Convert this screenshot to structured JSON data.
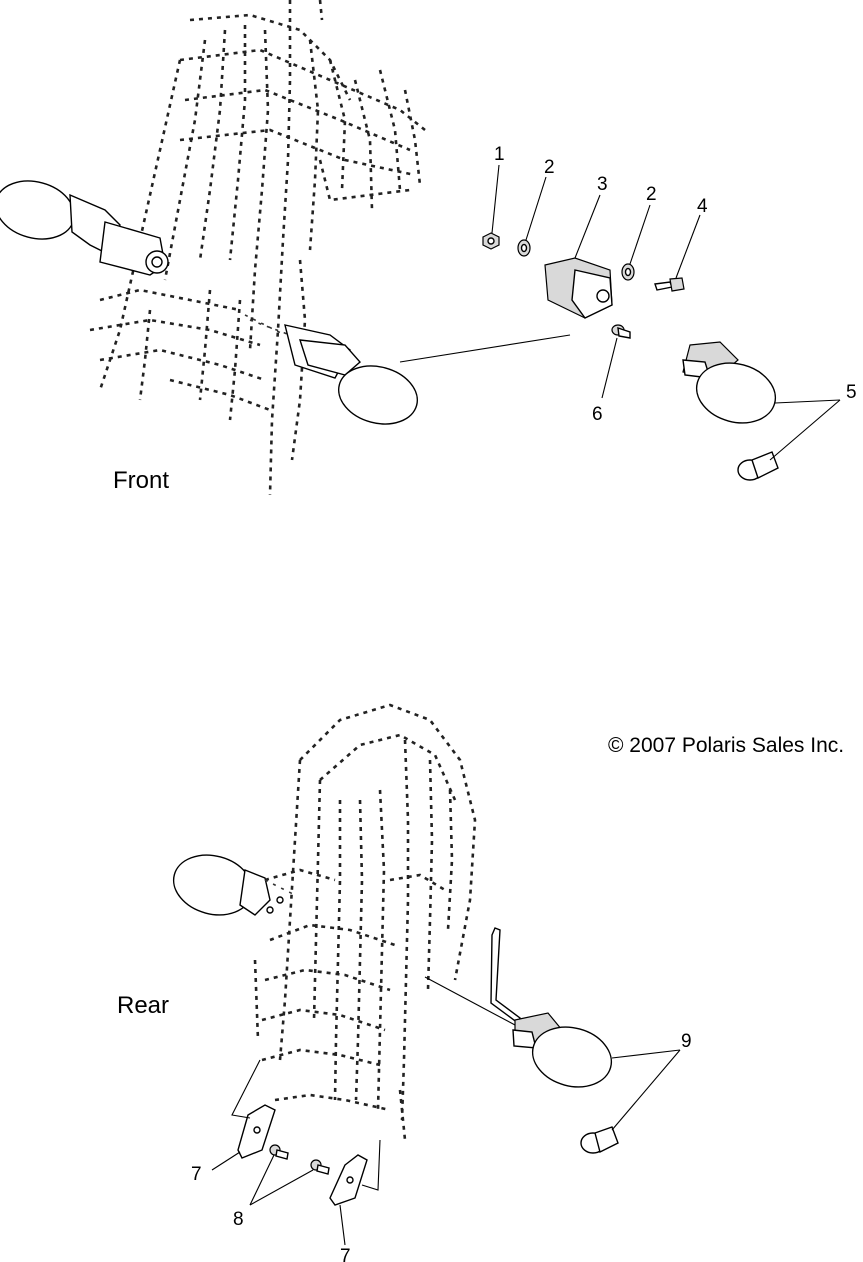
{
  "sections": {
    "front_label": "Front",
    "rear_label": "Rear"
  },
  "copyright": "© 2007 Polaris Sales Inc.",
  "callouts": {
    "c1": "1",
    "c2a": "2",
    "c3": "3",
    "c2b": "2",
    "c4": "4",
    "c5": "5",
    "c6": "6",
    "c7a": "7",
    "c7b": "7",
    "c8": "8",
    "c9": "9"
  }
}
